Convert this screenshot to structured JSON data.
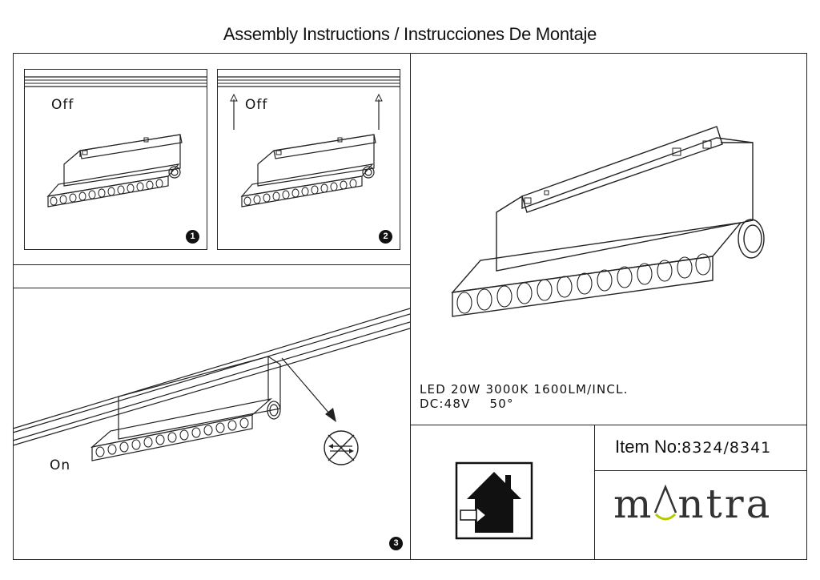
{
  "header": {
    "title": "Assembly Instructions / Instrucciones De Montaje"
  },
  "steps": [
    {
      "number": "1",
      "label": "Off"
    },
    {
      "number": "2",
      "label": "Off"
    },
    {
      "number": "3",
      "label": "On"
    }
  ],
  "specs": {
    "line1": "LED 20W 3000K 1600LM/INCL.",
    "line2": "DC:48V    50°"
  },
  "item": {
    "prefix": "Item No:",
    "code": "8324/8341"
  },
  "brand": {
    "name_start": "m",
    "name_end": "ntra",
    "accent_color": "#b5c800"
  },
  "icons": [
    "indoor-use-icon",
    "no-rotate-icon",
    "arrow-up-icon"
  ]
}
